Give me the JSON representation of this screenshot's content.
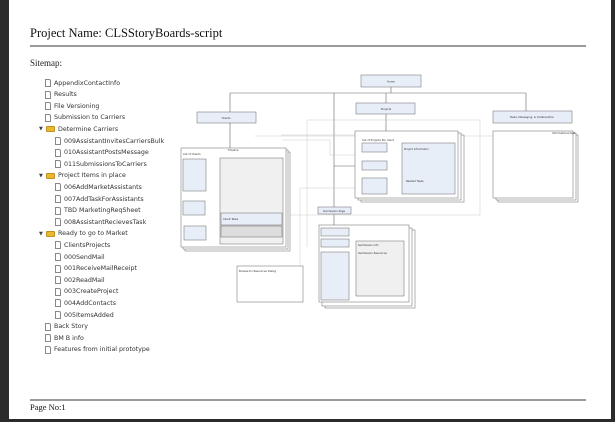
{
  "header": {
    "title": "Project Name: CLSStoryBoards-script"
  },
  "sitemap": {
    "label": "Sitemap:",
    "items": [
      {
        "label": "AppendixContactInfo",
        "type": "page",
        "level": 0
      },
      {
        "label": "Results",
        "type": "page",
        "level": 0
      },
      {
        "label": "File Versioning",
        "type": "page",
        "level": 0
      },
      {
        "label": "Submission to Carriers",
        "type": "page",
        "level": 0
      },
      {
        "label": "Determine Carriers",
        "type": "folder",
        "level": 0,
        "expanded": true
      },
      {
        "label": "009AssistantInvitesCarriersBulk",
        "type": "page",
        "level": 1
      },
      {
        "label": "010AssistantPostsMessage",
        "type": "page",
        "level": 1
      },
      {
        "label": "011SubmissionsToCarriers",
        "type": "page",
        "level": 1
      },
      {
        "label": "Project Items in place",
        "type": "folder",
        "level": 0,
        "expanded": true
      },
      {
        "label": "006AddMarketAssistants",
        "type": "page",
        "level": 1
      },
      {
        "label": "007AddTaskForAssistants",
        "type": "page",
        "level": 1
      },
      {
        "label": "TBD MarketingReqSheet",
        "type": "page",
        "level": 1
      },
      {
        "label": "008AssistantRecievesTask",
        "type": "page",
        "level": 1
      },
      {
        "label": "Ready to go to Market",
        "type": "folder",
        "level": 0,
        "expanded": true
      },
      {
        "label": "ClientsProjects",
        "type": "page",
        "level": 1
      },
      {
        "label": "000SendMail",
        "type": "page",
        "level": 1
      },
      {
        "label": "001ReceiveMailReceipt",
        "type": "page",
        "level": 1
      },
      {
        "label": "002ReadMail",
        "type": "page",
        "level": 1
      },
      {
        "label": "003CreateProject",
        "type": "page",
        "level": 1
      },
      {
        "label": "004AddContacts",
        "type": "page",
        "level": 1
      },
      {
        "label": "005ItemsAdded",
        "type": "page",
        "level": 1
      },
      {
        "label": "Back Story",
        "type": "page",
        "level": 0
      },
      {
        "label": "BM B info",
        "type": "page",
        "level": 0
      },
      {
        "label": "Features from initial prototype",
        "type": "page",
        "level": 0
      }
    ]
  },
  "diagram": {
    "home": "Home",
    "clients": "Clients",
    "projects": "Projects",
    "tasks": "Tasks, Messaging, & Collaboration",
    "timeline": "Timeline",
    "submission_page": "Submission Page",
    "browse_dialog": "Browse for Resources Dialog",
    "project_info": "Project Information",
    "submission_info": "Submission Info",
    "submission_resources": "Submission Resources",
    "related_tasks": "Related Tasks",
    "client_tasks": "Client Tasks",
    "list_of_clients": "List of Clients",
    "list_of_projects": "List of Projects Per client",
    "informational_text": "Informational text",
    "colors": {
      "box_fill": "#e8eef8",
      "box_stroke": "#555555",
      "link": "#3366cc"
    }
  },
  "footer": {
    "page_label": "Page No:1"
  }
}
